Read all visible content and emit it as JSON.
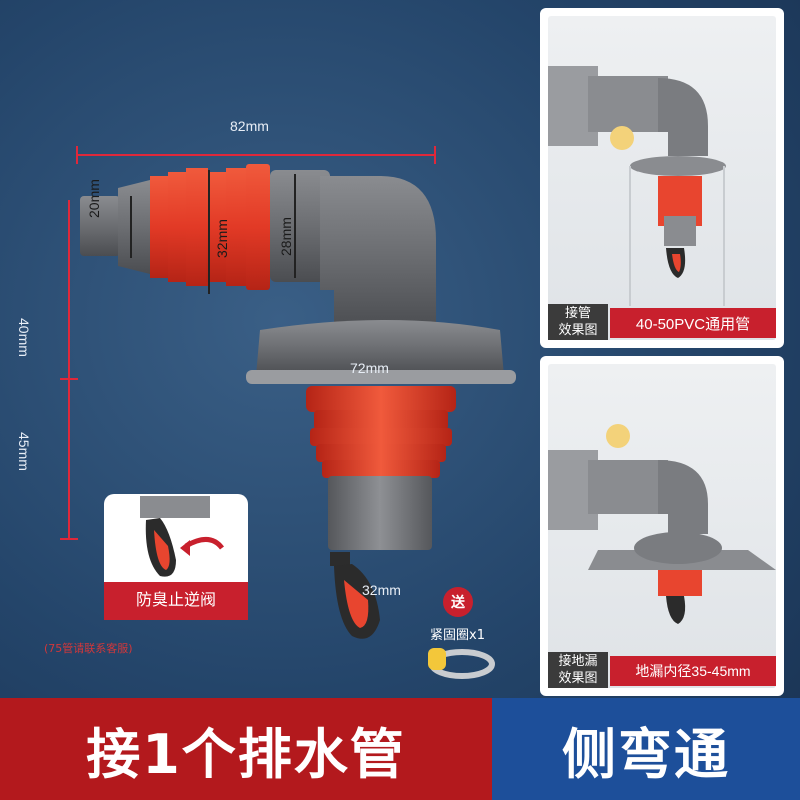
{
  "dimensions": {
    "width_label": "82mm",
    "d20": "20mm",
    "d32": "32mm",
    "d28": "28mm",
    "h40": "40mm",
    "h45": "45mm",
    "d72": "72mm",
    "d32_bottom": "32mm"
  },
  "inset_valve": {
    "label": "防臭止逆阀"
  },
  "gift": {
    "badge": "送",
    "label": "紧固圈x1"
  },
  "note": "(75管请联系客服)",
  "panel_top": {
    "caption_left": "接管\n效果图",
    "caption_right": "40-50PVC通用管"
  },
  "panel_bottom": {
    "caption_left": "接地漏\n效果图",
    "caption_right": "地漏内径35-45mm"
  },
  "banner": {
    "left": "接1个排水管",
    "right": "侧弯通"
  },
  "colors": {
    "red_accent": "#e0283a",
    "banner_red": "#b3191d",
    "banner_blue": "#1d4f9a",
    "seal_red": "#e8452f",
    "body_gray": "#6f7175"
  }
}
